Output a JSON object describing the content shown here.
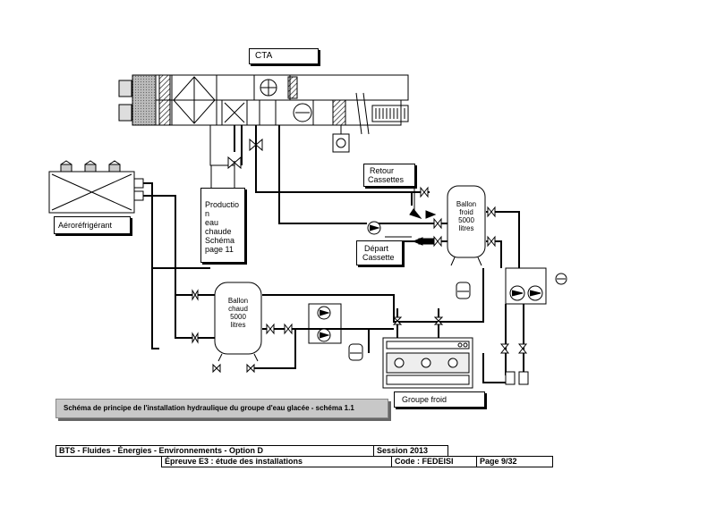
{
  "labels": {
    "cta": "CTA",
    "aero": "Aéroréfrigérant",
    "retour": [
      "Retour",
      "Cassettes"
    ],
    "depart": [
      "Départ",
      "Cassette"
    ],
    "production": [
      "Productio",
      "n",
      "eau",
      "chaude",
      "Schéma",
      "page 11"
    ],
    "ballon_froid": [
      "Ballon",
      "froid",
      "5000",
      "litres"
    ],
    "ballon_chaud": [
      "Ballon",
      "chaud",
      "5000",
      "litres"
    ],
    "groupe_froid": "Groupe froid"
  },
  "caption": "Schéma de principe de l'installation hydraulique du groupe d'eau glacée - schéma 1.1",
  "footer": {
    "bts": "BTS - Fluides - Énergies - Environnements - Option D",
    "session": "Session 2013",
    "epreuve": "Épreuve E3 : étude des installations",
    "code": "Code : FEDEISI",
    "page": "Page 9/32"
  }
}
